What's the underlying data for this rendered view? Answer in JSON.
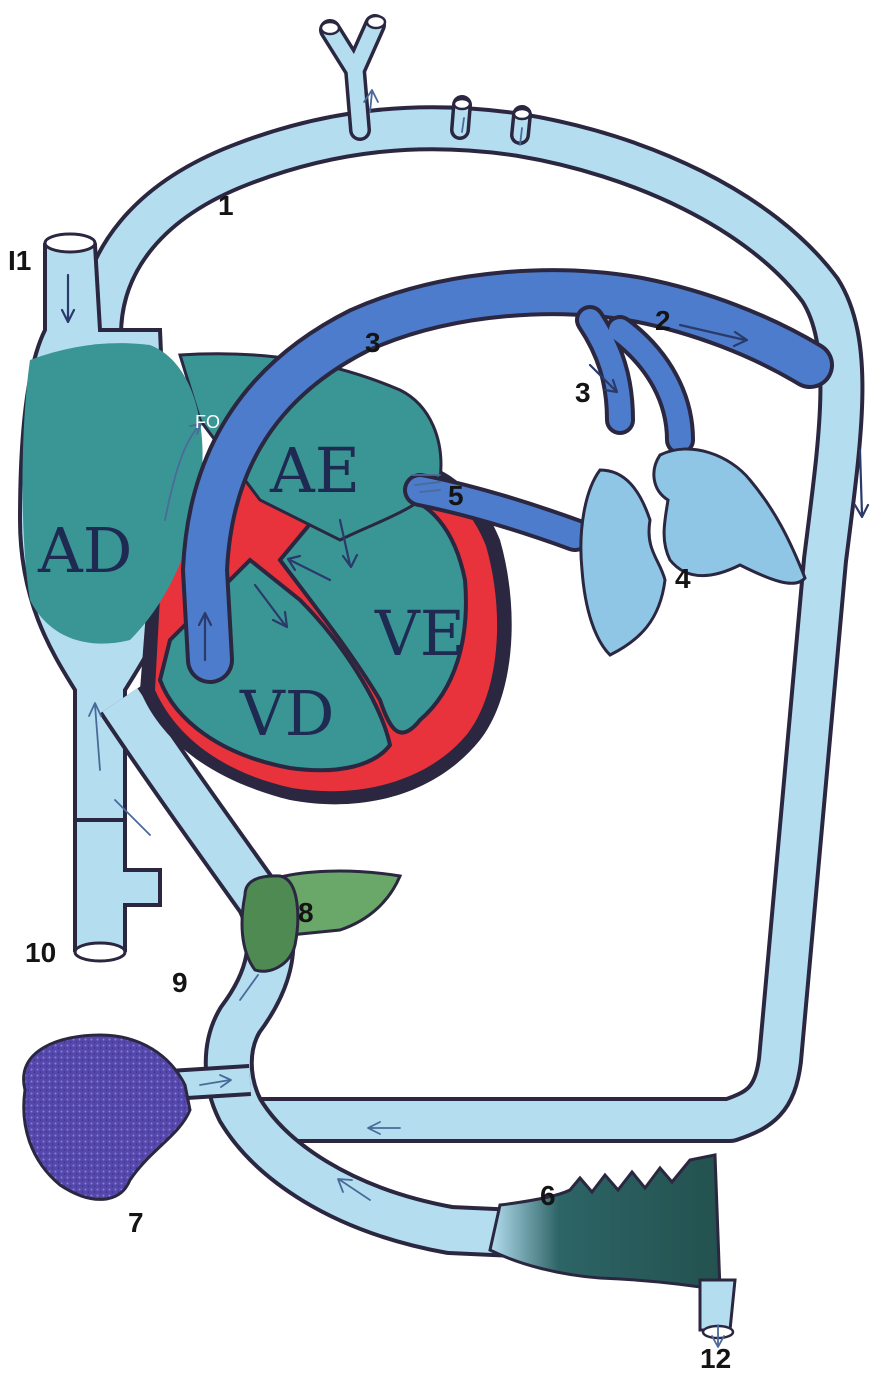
{
  "colors": {
    "light_vessel": "#b4def0",
    "vessel_outline": "#2b2740",
    "pulmonary_artery": "#4d7ccc",
    "heart_teal": "#3a9694",
    "myocardium_red": "#e8323c",
    "liver_green": "#5a9a5a",
    "lung_blue": "#8fc6e6",
    "placenta_dark": "#2d5e60",
    "spleen_purple": "#5a4ab0"
  },
  "labels": {
    "chambers": {
      "ad": "AD",
      "ae": "AE",
      "vd": "VD",
      "ve": "VE"
    },
    "foramen_ovale": "FO",
    "numbers": {
      "n1": "1",
      "n2": "2",
      "n3a": "3",
      "n3b": "3",
      "n4": "4",
      "n5": "5",
      "n6": "6",
      "n7": "7",
      "n8": "8",
      "n9": "9",
      "n10": "10",
      "n11": "I1",
      "n12": "12"
    }
  }
}
